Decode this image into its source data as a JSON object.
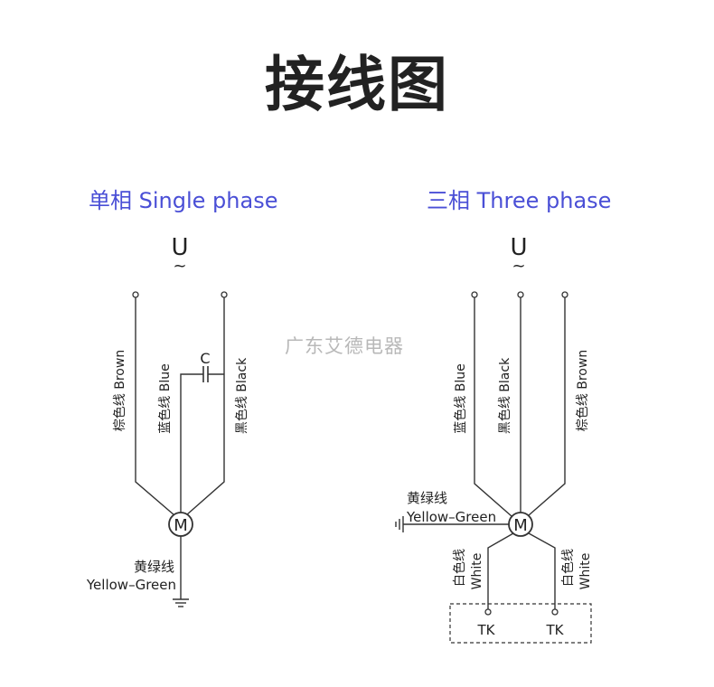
{
  "title": "接线图",
  "watermark": "广东艾德电器",
  "single_phase": {
    "heading": "单相 Single phase",
    "supply_symbol": "U",
    "supply_tilde": "~",
    "wire_brown": "棕色线 Brown",
    "wire_blue": "蓝色线 Blue",
    "wire_black": "黑色线 Black",
    "capacitor": "C",
    "motor": "M",
    "ground_cn": "黄绿线",
    "ground_en": "Yellow–Green"
  },
  "three_phase": {
    "heading": "三相 Three phase",
    "supply_symbol": "U",
    "supply_tilde": "~",
    "wire_blue": "蓝色线 Blue",
    "wire_black": "黑色线 Black",
    "wire_brown": "棕色线 Brown",
    "motor": "M",
    "ground_cn": "黄绿线",
    "ground_en": "Yellow–Green",
    "white_cn": "白色线",
    "white_en": "White",
    "tk_left": "TK",
    "tk_right": "TK"
  }
}
